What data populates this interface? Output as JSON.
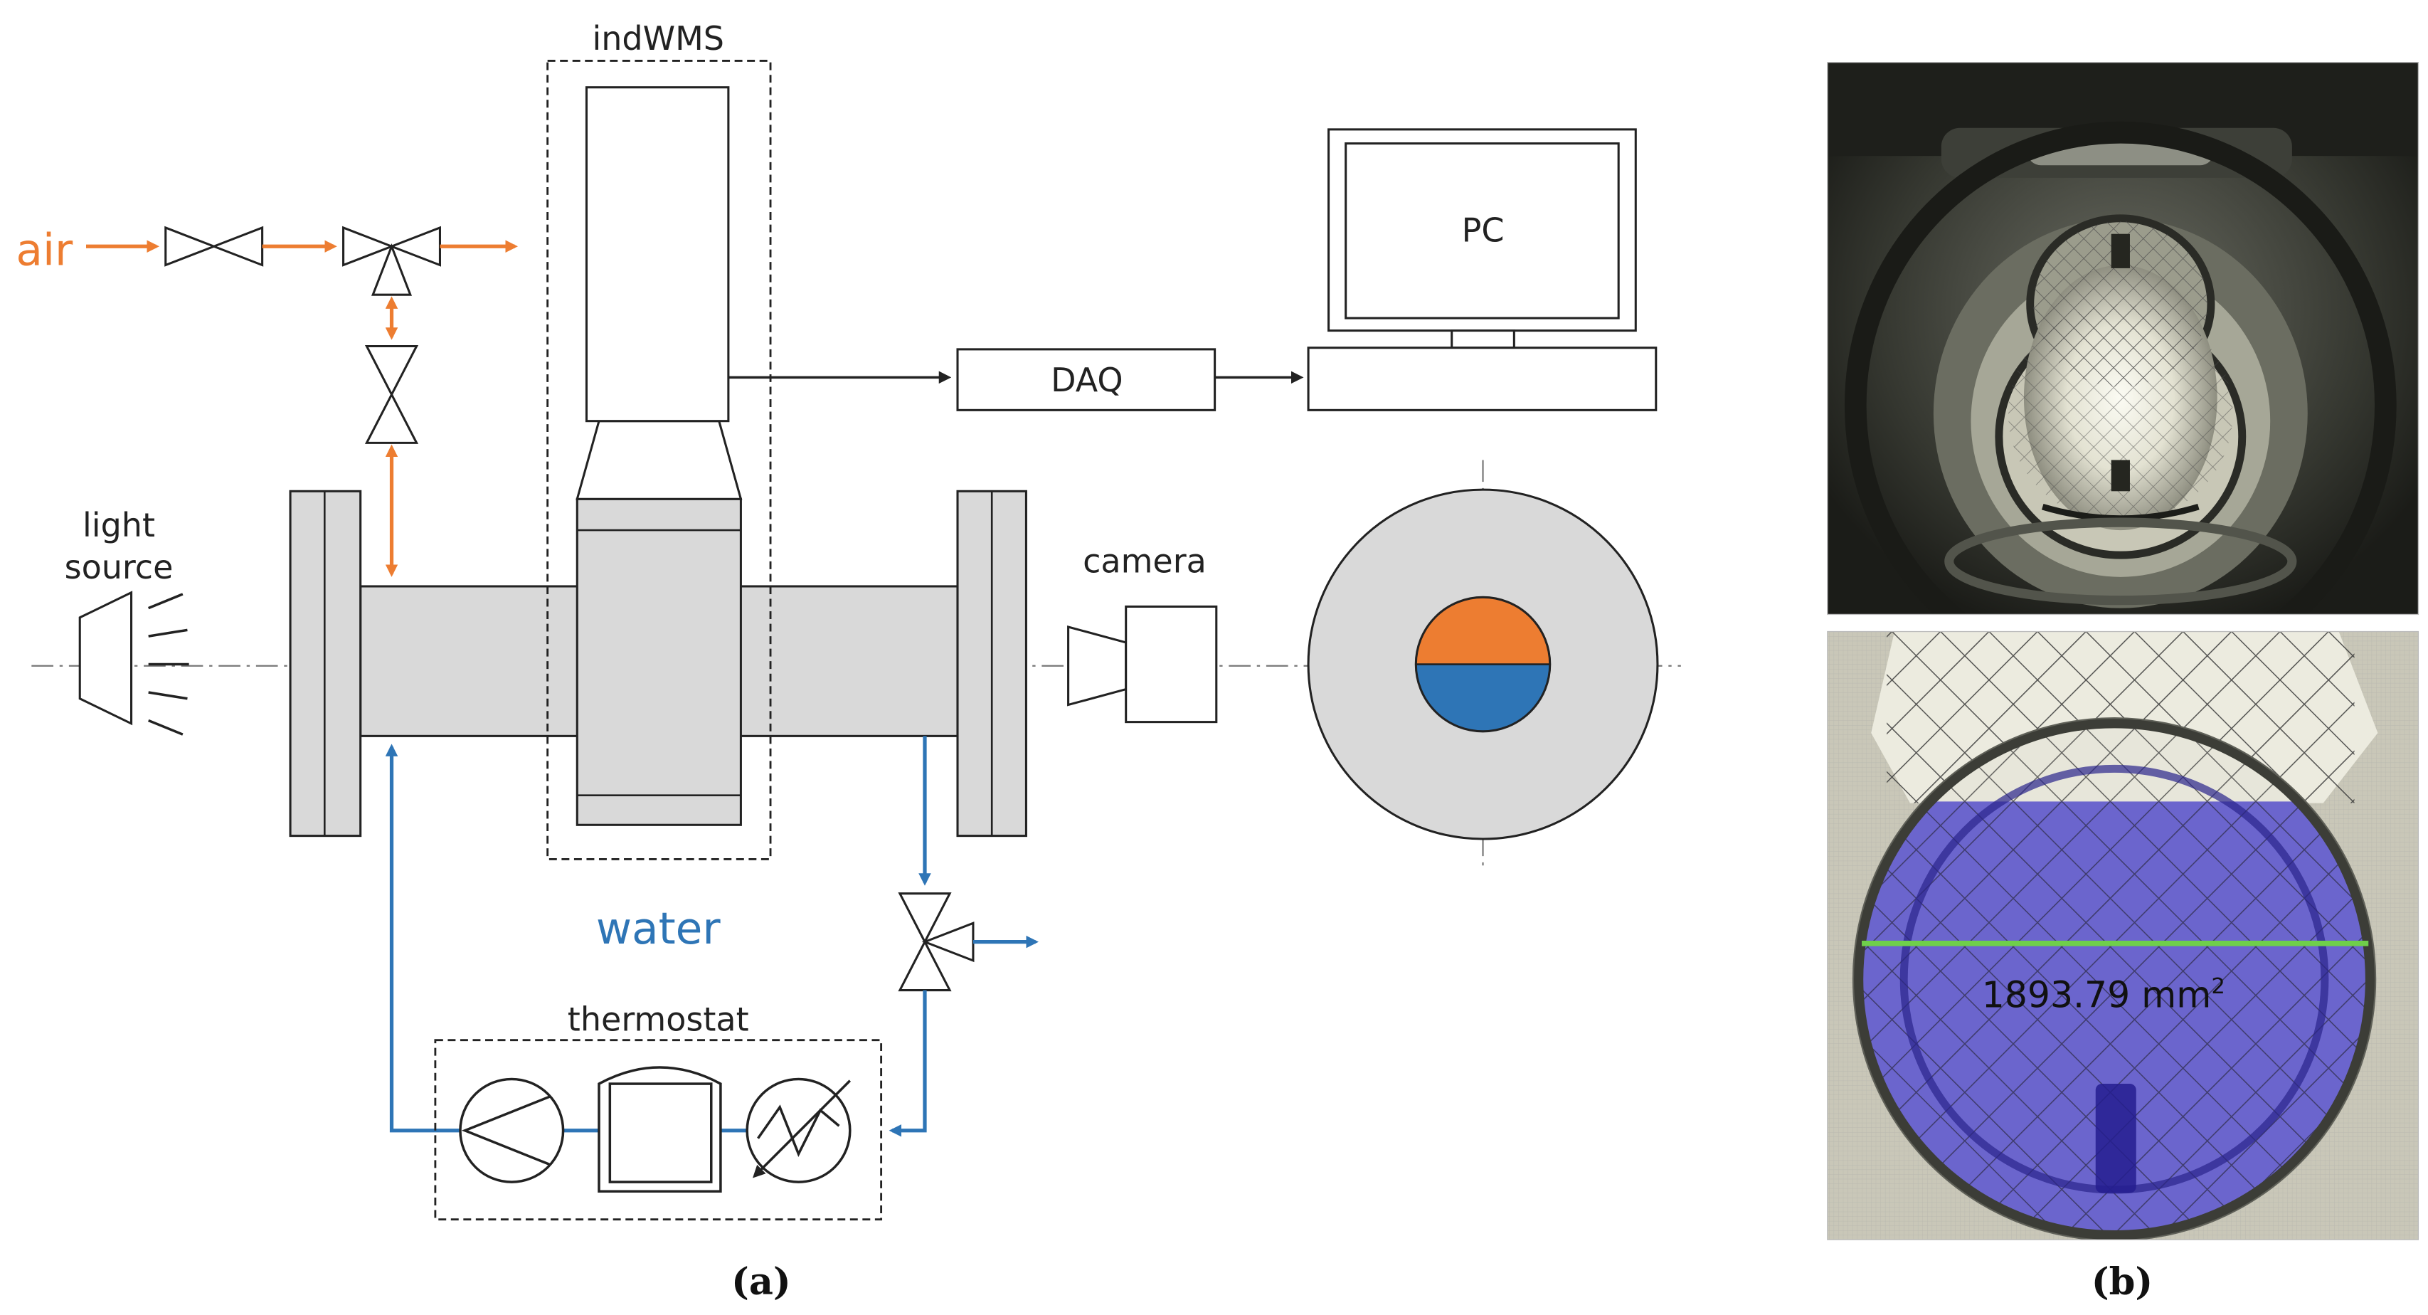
{
  "labels": {
    "indwms": "indWMS",
    "air": "air",
    "pc": "PC",
    "daq": "DAQ",
    "light_source_line1": "light",
    "light_source_line2": "source",
    "camera": "camera",
    "water": "water",
    "thermostat": "thermostat",
    "area_value": "1893.79 mm",
    "area_unit_exp": "2"
  },
  "captions": {
    "a": "(a)",
    "b": "(b)"
  },
  "colors": {
    "air": "#ed7d31",
    "water": "#2e75b6",
    "pipe_fill": "#d9d9d9",
    "line": "#222222",
    "overlay_fill": "#3b33c8",
    "measure_line": "#6fcf4a"
  }
}
